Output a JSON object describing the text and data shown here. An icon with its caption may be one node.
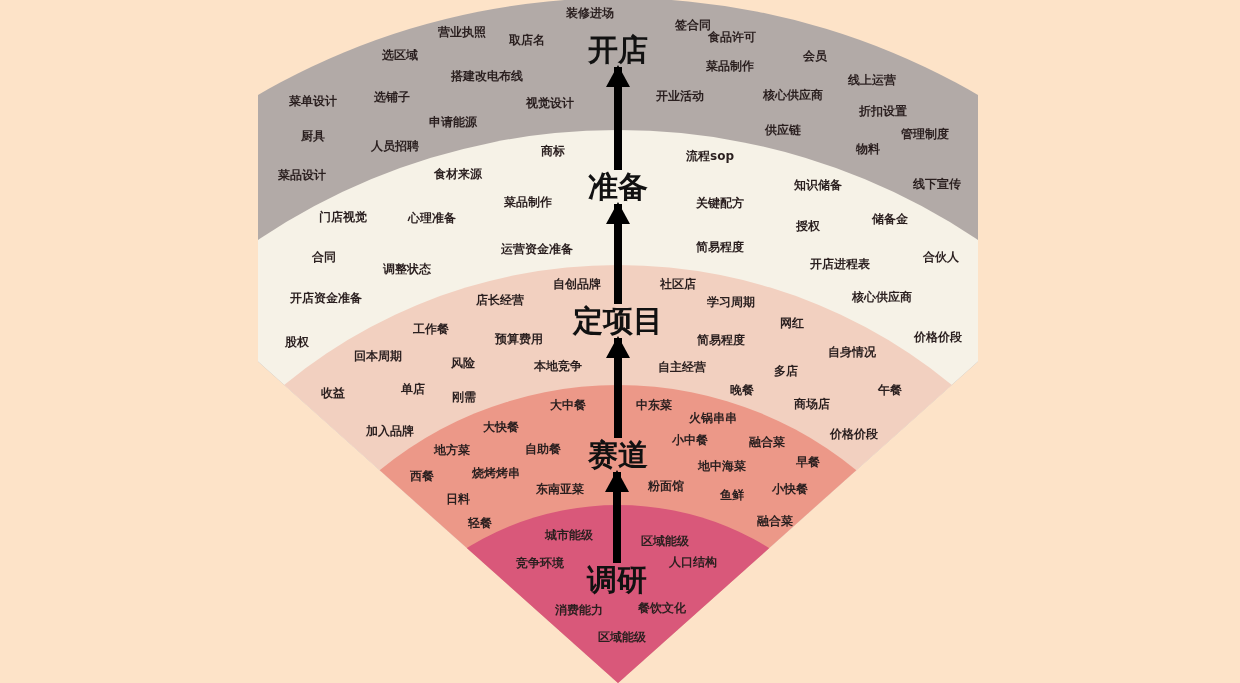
{
  "diagram": {
    "nodes": [
      {
        "text": [
          "营业执照",
          "取店名",
          "装修进场",
          "签合同",
          "食品许可",
          "选区域",
          "搭建改电布线",
          "菜品制作",
          "会员",
          "线上运营",
          "菜单设计",
          "选铺子",
          "视觉设计",
          "开业活动",
          "核心供应商",
          "折扣设置",
          "厨具",
          "人员招聘",
          "申请能源",
          "供应链",
          "物料",
          "管理制度",
          "菜品设计",
          "线下宣传"
        ]
      },
      {
        "text": [
          "开店"
        ],
        "in": 0
      },
      {
        "text": [
          "商标",
          "流程sop",
          "食材来源",
          "知识储备",
          "菜品制作",
          "关键配方",
          "门店视觉",
          "心理准备",
          "授权",
          "储备金",
          "合同",
          "调整状态",
          "运营资金准备",
          "简易程度",
          "开店进程表",
          "合伙人",
          "开店资金准备",
          "核心供应商",
          "股权",
          "价格价段"
        ],
        "in": 0
      },
      {
        "text": [
          "准备"
        ],
        "in": 2
      },
      {
        "text": [
          "自创品牌",
          "社区店",
          "店长经营",
          "学习周期",
          "工作餐",
          "预算费用",
          "简易程度",
          "网红",
          "回本周期",
          "风险",
          "本地竞争",
          "自主经营",
          "多店",
          "自身情况",
          "收益",
          "单店",
          "刚需",
          "晚餐",
          "商场店",
          "午餐",
          "加入品牌",
          "价格价段"
        ],
        "in": 2
      },
      {
        "text": [
          "定项目"
        ],
        "in": 4
      },
      {
        "text": [
          "大中餐",
          "中东菜",
          "大快餐",
          "火锅串串",
          "地方菜",
          "自助餐",
          "小中餐",
          "融合菜",
          "西餐",
          "烧烤烤串",
          "地中海菜",
          "早餐",
          "日料",
          "东南亚菜",
          "粉面馆",
          "鱼鲜",
          "小快餐",
          "轻餐",
          "融合菜"
        ],
        "in": 4
      },
      {
        "text": [
          "赛道"
        ],
        "in": 6
      },
      {
        "text": [
          "城市能级",
          "区域能级",
          "竞争环境",
          "人口结构",
          "消费能力",
          "餐饮文化",
          "区域能级"
        ],
        "in": 6
      },
      {
        "text": [
          "调研"
        ],
        "in": 8
      }
    ],
    "edges": [
      {
        "from": 9,
        "to": 7,
        "arrow": "to"
      },
      {
        "from": 7,
        "to": 5,
        "arrow": "to"
      },
      {
        "from": 5,
        "to": 3,
        "arrow": "to"
      },
      {
        "from": 3,
        "to": 1,
        "arrow": "to"
      }
    ]
  }
}
